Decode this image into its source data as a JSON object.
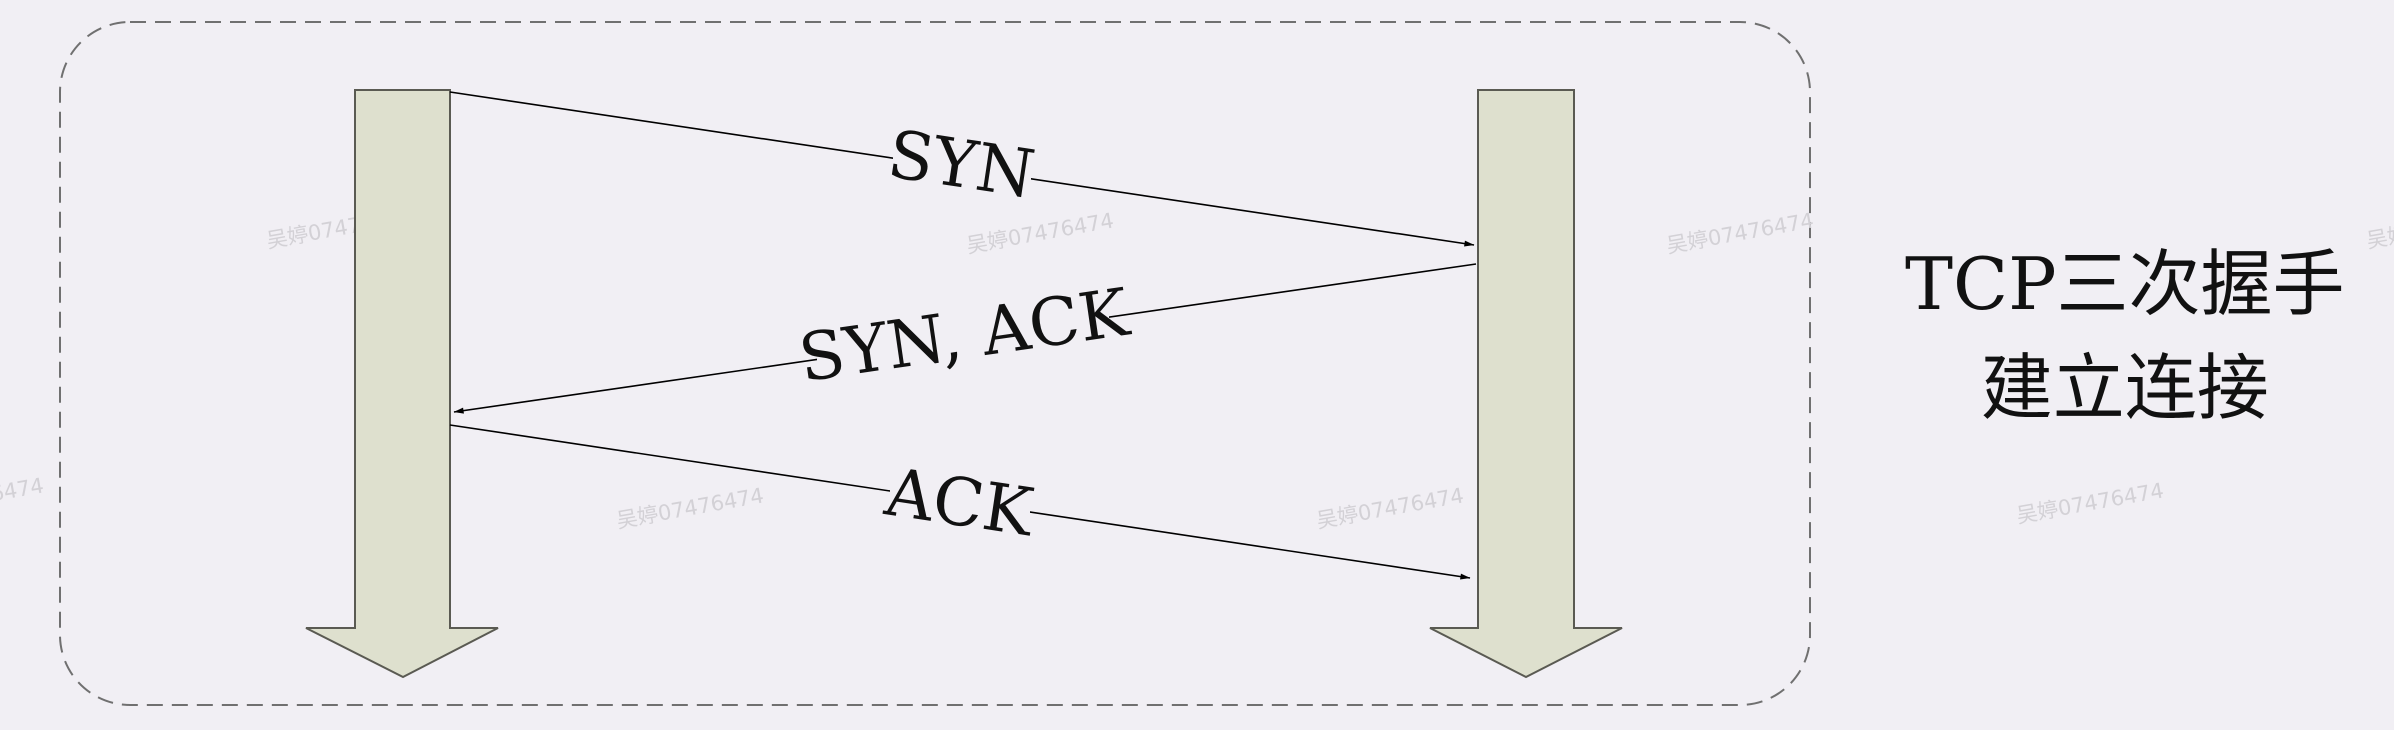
{
  "messages": {
    "syn": "SYN",
    "syn_ack": "SYN, ACK",
    "ack": "ACK"
  },
  "caption": {
    "line1": "TCP三次握手",
    "line2": "建立连接"
  },
  "watermark": "吴婷07476474",
  "colors": {
    "background": "#f1eff4",
    "timeline_fill": "#dee0ce",
    "timeline_stroke": "#5a5a52",
    "boundary": "#707070",
    "arrow": "#000000"
  }
}
